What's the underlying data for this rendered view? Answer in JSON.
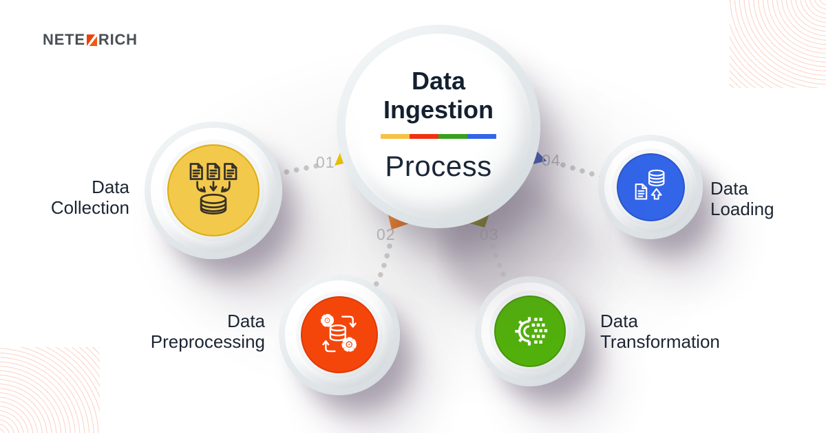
{
  "logo": {
    "prefix": "NETE",
    "suffix": "RICH",
    "accent_color": "#F04A0E",
    "text_color": "#4A4F55"
  },
  "center": {
    "title_line1": "Data",
    "title_line2": "Ingestion",
    "subtitle": "Process",
    "title_color": "#14202F",
    "divider_colors": [
      "#F7C244",
      "#EE3311",
      "#38A01E",
      "#3365E9"
    ]
  },
  "steps": [
    {
      "number": "01",
      "label_line1": "Data",
      "label_line2": "Collection",
      "disc_color": "#F3C94B",
      "arrow_color": "#E9C30B",
      "icon": "documents-to-database-icon"
    },
    {
      "number": "02",
      "label_line1": "Data",
      "label_line2": "Preprocessing",
      "disc_color": "#F4460B",
      "arrow_color": "#EE7F22",
      "icon": "database-gears-sync-icon"
    },
    {
      "number": "03",
      "label_line1": "Data",
      "label_line2": "Transformation",
      "disc_color": "#52B00C",
      "arrow_color": "#8B8D0B",
      "icon": "gear-to-pixels-icon"
    },
    {
      "number": "04",
      "label_line1": "Data",
      "label_line2": "Loading",
      "disc_color": "#3365E8",
      "arrow_color": "#3A5FC4",
      "icon": "document-upload-to-database-icon"
    }
  ],
  "connector_style": {
    "dot_color": "#C8C8C8",
    "number_color": "#B8B8B8"
  },
  "decoration": {
    "corner_line_color": "#F68C69"
  }
}
